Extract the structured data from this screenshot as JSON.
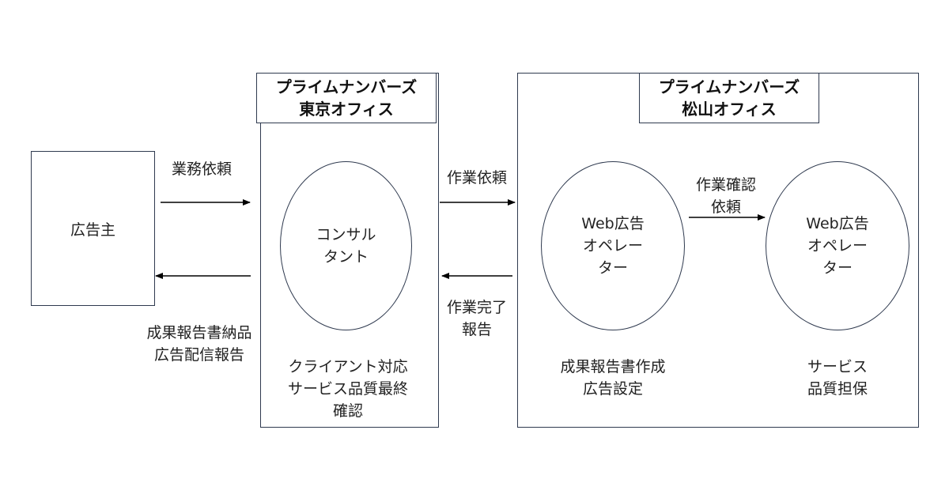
{
  "advertiser": {
    "label": "広告主"
  },
  "tokyo_office": {
    "title_line1": "プライムナンバーズ",
    "title_line2": "東京オフィス",
    "consultant": {
      "line1": "コンサル",
      "line2": "タント"
    },
    "role": {
      "line1": "クライアント対応",
      "line2": "サービス品質最終",
      "line3": "確認"
    }
  },
  "matsuyama_office": {
    "title_line1": "プライムナンバーズ",
    "title_line2": "松山オフィス",
    "operator1": {
      "line1": "Web広告",
      "line2": "オペレー",
      "line3": "ター"
    },
    "operator2": {
      "line1": "Web広告",
      "line2": "オペレー",
      "line3": "ター"
    },
    "role1": {
      "line1": "成果報告書作成",
      "line2": "広告設定"
    },
    "role2": {
      "line1": "サービス",
      "line2": "品質担保"
    }
  },
  "arrows": {
    "business_request": "業務依頼",
    "deliverables": {
      "line1": "成果報告書納品",
      "line2": "広告配信報告"
    },
    "work_request": "作業依頼",
    "work_complete": {
      "line1": "作業完了",
      "line2": "報告"
    },
    "work_confirm": {
      "line1": "作業確認",
      "line2": "依頼"
    }
  },
  "colors": {
    "stroke": "#2f3a4f",
    "arrow": "#000000",
    "text": "#222222"
  }
}
